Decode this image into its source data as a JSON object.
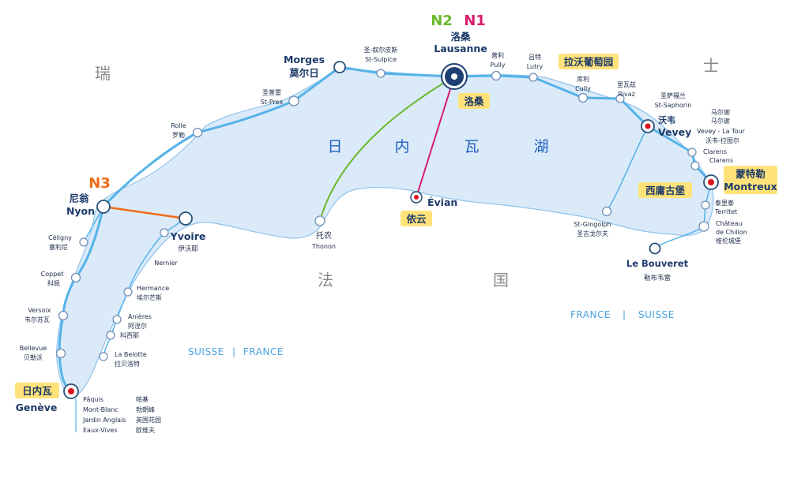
{
  "countries": {
    "switzerland_left": "瑞",
    "switzerland_right": "士",
    "france_left": "法",
    "france_right": "国"
  },
  "lake": {
    "c1": "日",
    "c2": "内",
    "c3": "瓦",
    "c4": "湖"
  },
  "borders": {
    "west": {
      "a": "SUISSE",
      "sep": "|",
      "b": "FRANCE"
    },
    "east": {
      "a": "FRANCE",
      "sep": "|",
      "b": "SUISSE"
    }
  },
  "routes": {
    "n1": {
      "name": "N1",
      "color": "#d81b6b"
    },
    "n2": {
      "name": "N2",
      "color": "#6ab82c"
    },
    "n3": {
      "name": "N3",
      "color": "#ef6c1a"
    }
  },
  "stations": {
    "lausanne": {
      "cn": "洛桑",
      "fr": "Lausanne",
      "tag": "洛桑"
    },
    "morges": {
      "fr": "Morges",
      "cn": "莫尔日"
    },
    "st_sulpice": {
      "cn": "圣-叙尔皮斯",
      "fr": "St-Sulpice"
    },
    "st_prex": {
      "cn": "圣普雷",
      "fr": "St-Prex"
    },
    "rolle": {
      "fr": "Rolle",
      "cn": "罗勒"
    },
    "nyon": {
      "cn": "尼翁",
      "fr": "Nyon"
    },
    "celigny": {
      "fr": "Céligny",
      "cn": "塞利尼"
    },
    "coppet": {
      "fr": "Coppet",
      "cn": "科佩"
    },
    "versoix": {
      "fr": "Versoix",
      "cn": "韦尔苏瓦"
    },
    "bellevue": {
      "fr": "Bellevue",
      "cn": "贝勒沃"
    },
    "geneve": {
      "tag": "日内瓦",
      "fr": "Genève"
    },
    "paquis": {
      "fr": "Pâquis",
      "cn": "帕基"
    },
    "mont_blanc": {
      "fr": "Mont-Blanc",
      "cn": "勃朗峰"
    },
    "jardin_anglais": {
      "fr": "Jardin Anglais",
      "cn": "英国花园"
    },
    "eaux_vives": {
      "fr": "Eaux-Vives",
      "cn": "欧维夫"
    },
    "yvoire": {
      "fr": "Yvoire",
      "cn": "伊沃耶"
    },
    "nernier": {
      "fr": "Nernier"
    },
    "hermance": {
      "fr": "Hermance",
      "cn": "埃尔芒斯"
    },
    "anieres": {
      "fr": "Anières",
      "cn": "阿涅尔"
    },
    "la_belotte": {
      "fr": "La Belotte",
      "cn": "拉贝洛特"
    },
    "corsier": {
      "cn": "科西耶"
    },
    "thonon": {
      "cn": "托农",
      "fr": "Thonon"
    },
    "evian": {
      "fr": "Évian",
      "tag": "依云"
    },
    "pully": {
      "cn": "普利",
      "fr": "Pully"
    },
    "lutry": {
      "cn": "吕特",
      "fr": "Lutry"
    },
    "lavaux": {
      "tag": "拉沃葡萄园"
    },
    "cully": {
      "cn": "库利",
      "fr": "Cully"
    },
    "rivaz": {
      "cn": "里瓦兹",
      "fr": "Rivaz"
    },
    "st_saphorin": {
      "cn": "圣萨福兰",
      "fr": "St-Saphorin"
    },
    "vevey": {
      "cn": "沃韦",
      "fr": "Vevey"
    },
    "vevey_la_tour": {
      "cn": "马尔谢",
      "cn2": "马尔谢",
      "fr": "Vevey - La Tour"
    },
    "vevey_marche": {
      "cn": "沃韦-拉图尔"
    },
    "clarens": {
      "fr": "Clarens",
      "fr2": "Clarens"
    },
    "montreux": {
      "tag": "蒙特勒",
      "fr": "Montreux"
    },
    "chillon_tag": {
      "tag": "西庸古堡"
    },
    "territet": {
      "cn": "泰里泰",
      "fr": "Territet"
    },
    "chateau_chillon": {
      "fr1": "Château",
      "fr2": "de Chillon",
      "cn": "维伦城堡"
    },
    "st_gingolph": {
      "fr": "St-Gingolph",
      "cn": "圣吉戈尔夫"
    },
    "le_bouveret": {
      "fr": "Le Bouveret",
      "cn": "勒布韦雷"
    }
  }
}
